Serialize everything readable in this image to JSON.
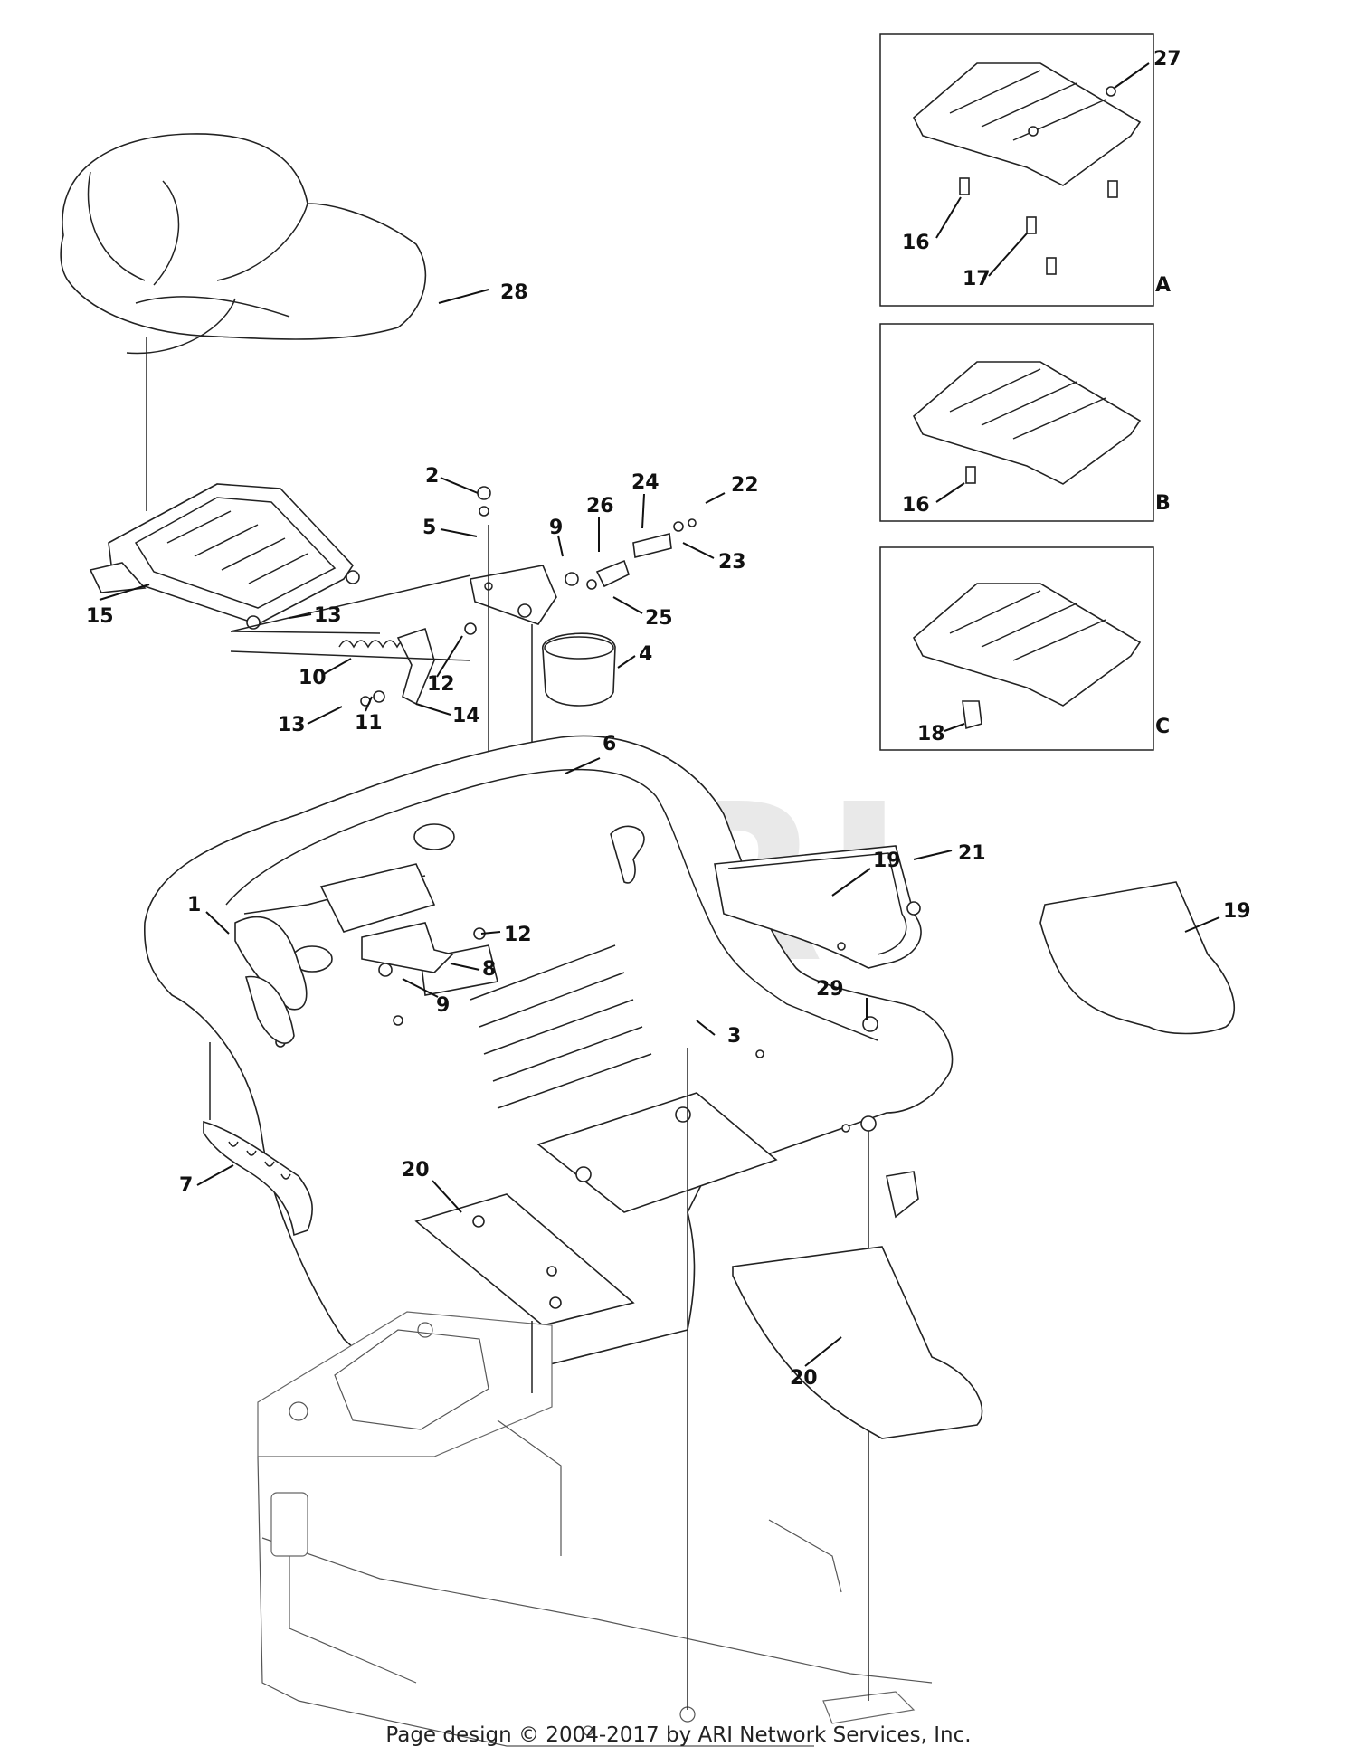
{
  "watermark": "ARI",
  "footer": "Page design © 2004-2017 by ARI Network Services, Inc.",
  "variants": {
    "a": "A",
    "b": "B",
    "c": "C"
  },
  "callouts": {
    "c1": "1",
    "c2": "2",
    "c3": "3",
    "c4": "4",
    "c5": "5",
    "c6": "6",
    "c7": "7",
    "c8": "8",
    "c9a": "9",
    "c9b": "9",
    "c10": "10",
    "c11": "11",
    "c12a": "12",
    "c12b": "12",
    "c13a": "13",
    "c13b": "13",
    "c14": "14",
    "c15": "15",
    "c16a": "16",
    "c16b": "16",
    "c17": "17",
    "c18": "18",
    "c19a": "19",
    "c19b": "19",
    "c20a": "20",
    "c20b": "20",
    "c21": "21",
    "c22": "22",
    "c23": "23",
    "c24": "24",
    "c25": "25",
    "c26": "26",
    "c27": "27",
    "c28": "28",
    "c29": "29"
  }
}
